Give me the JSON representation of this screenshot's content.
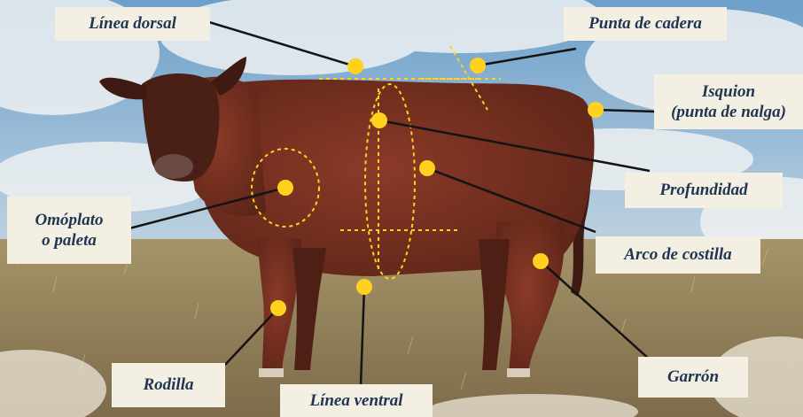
{
  "diagram": {
    "labels": {
      "linea_dorsal": "Línea dorsal",
      "punta_de_cadera": "Punta de cadera",
      "isquion_line1": "Isquion",
      "isquion_line2": "(punta de nalga)",
      "profundidad": "Profundidad",
      "omoplato_line1": "Omóplato",
      "omoplato_line2": "o paleta",
      "arco_de_costilla": "Arco de costilla",
      "rodilla": "Rodilla",
      "garron": "Garrón",
      "linea_ventral": "Línea ventral"
    },
    "colors": {
      "marker": "#ffd21f",
      "label_bg": "#f3efe3",
      "label_text": "#1f3550",
      "leader": "#141414",
      "animal": "#6e2e22"
    }
  }
}
